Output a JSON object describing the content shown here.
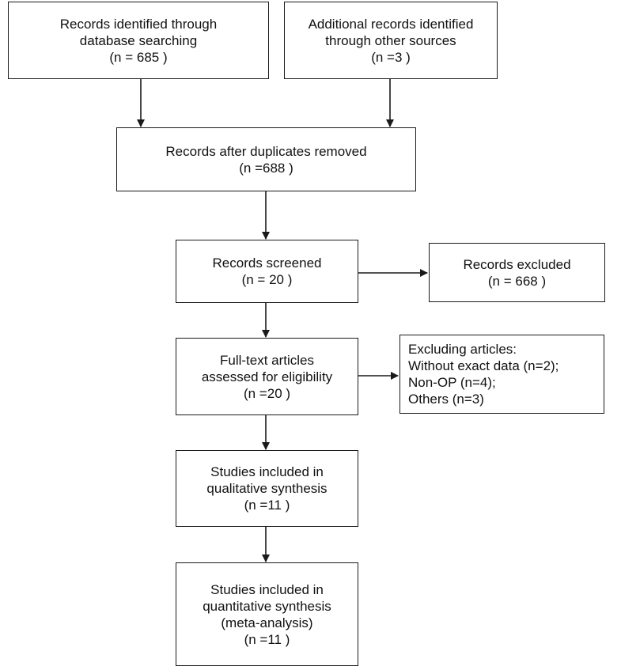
{
  "boxes": {
    "database": {
      "lines": [
        "Records identified through",
        "database searching",
        "(n = 685   )"
      ]
    },
    "other": {
      "lines": [
        "Additional records identified",
        "through other sources",
        "(n =3    )"
      ]
    },
    "duplicates": {
      "lines": [
        "Records after duplicates removed",
        "(n =688    )"
      ]
    },
    "screened": {
      "lines": [
        "Records screened",
        "(n = 20    )"
      ]
    },
    "excluded": {
      "lines": [
        "Records excluded",
        "(n =  668  )"
      ]
    },
    "fulltext": {
      "lines": [
        "Full-text articles",
        "assessed for eligibility",
        "(n =20    )"
      ]
    },
    "excluding": {
      "lines": [
        "Excluding articles:",
        "Without exact data (n=2);",
        "Non-OP (n=4);",
        "Others (n=3)"
      ]
    },
    "qualitative": {
      "lines": [
        "Studies included in",
        "qualitative synthesis",
        "(n =11    )"
      ]
    },
    "quantitative": {
      "lines": [
        "Studies included in",
        "quantitative synthesis",
        "(meta-analysis)",
        "(n =11 )"
      ]
    }
  },
  "colors": {
    "stroke": "#1a1a1a",
    "background": "#ffffff"
  }
}
